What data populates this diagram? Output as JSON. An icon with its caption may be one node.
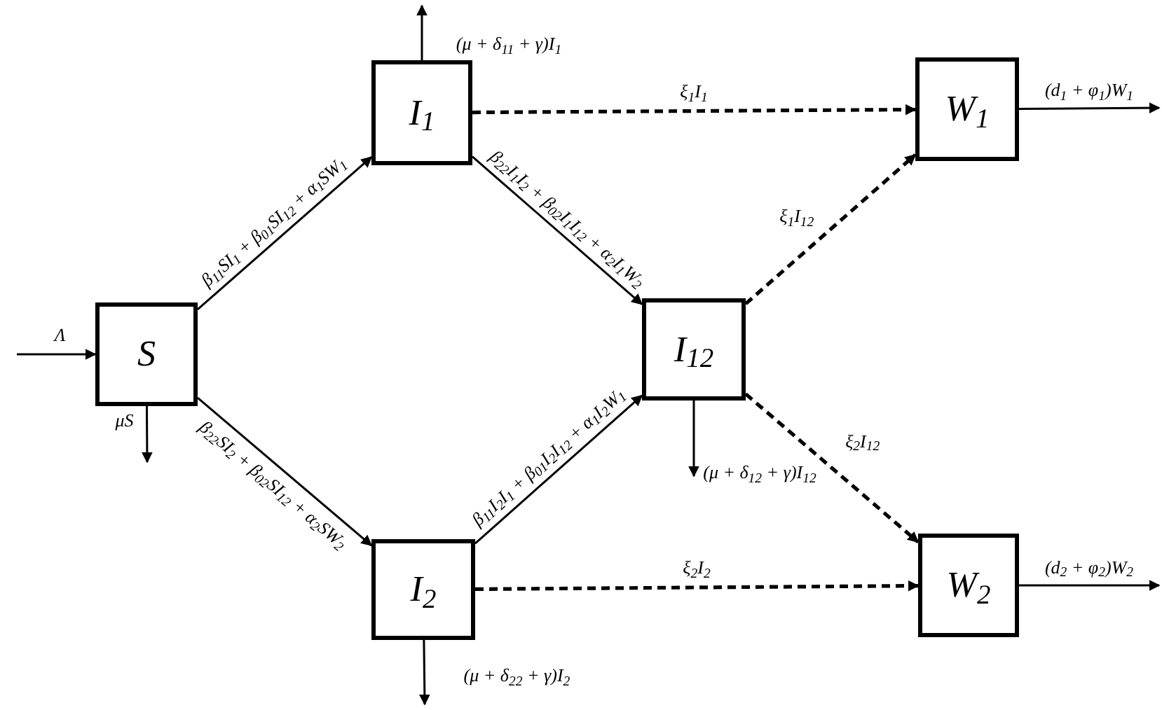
{
  "diagram": {
    "nodes": [
      {
        "text": [
          "S"
        ]
      },
      {
        "text": [
          "I$_{1}$"
        ]
      },
      {
        "text": [
          "I$_{2}$"
        ]
      },
      {
        "text": [
          "I$_{12}$"
        ]
      },
      {
        "text": [
          "W$_{1}$"
        ]
      },
      {
        "text": [
          "W$_{2}$"
        ]
      }
    ],
    "edges": [
      {
        "from": null,
        "to": 0,
        "arrow": "to",
        "label": "Λ"
      },
      {
        "from": 0,
        "to": 1,
        "arrow": "to",
        "label": "β$_{11}$SI$_{1}$ + β$_{01}$SI$_{12}$ + α$_{1}$SW$_{1}$"
      },
      {
        "from": 0,
        "to": null,
        "arrow": "to",
        "label": "μS"
      },
      {
        "from": 0,
        "to": 2,
        "arrow": "to",
        "label": "β$_{22}$SI$_{2}$ + β$_{02}$SI$_{12}$ + α$_{2}$SW$_{2}$"
      },
      {
        "from": 1,
        "to": null,
        "arrow": "to",
        "label": "(μ + δ$_{11}$ + γ)I$_{1}$"
      },
      {
        "from": 1,
        "to": 4,
        "arrow": "to",
        "label": "ξ$_{1}$I$_{1}$",
        "style": "dashed"
      },
      {
        "from": 1,
        "to": 3,
        "arrow": "to",
        "label": "β$_{22}$I$_{1}$I$_{2}$ + β$_{02}$I$_{1}$I$_{12}$ + α$_{2}$I$_{1}$W$_{2}$"
      },
      {
        "from": 2,
        "to": 3,
        "arrow": "to",
        "label": "β$_{11}$I$_{2}$I$_{1}$ + β$_{01}$I$_{2}$I$_{12}$ + α$_{1}$I$_{2}$W$_{1}$"
      },
      {
        "from": 2,
        "to": null,
        "arrow": "to",
        "label": "(μ + δ$_{22}$ + γ)I$_{2}$"
      },
      {
        "from": 2,
        "to": 5,
        "arrow": "to",
        "label": "ξ$_{2}$I$_{2}$",
        "style": "dashed"
      },
      {
        "from": 3,
        "to": 4,
        "arrow": "to",
        "label": "ξ$_{1}$I$_{12}$",
        "style": "dashed"
      },
      {
        "from": 3,
        "to": 5,
        "arrow": "to",
        "label": "ξ$_{2}$I$_{12}$",
        "style": "dashed"
      },
      {
        "from": 3,
        "to": null,
        "arrow": "to",
        "label": "(μ + δ$_{12}$ + γ)I$_{12}$"
      },
      {
        "from": 4,
        "to": null,
        "arrow": "to",
        "label": "(d$_{1}$ + φ$_{1}$)W$_{1}$"
      },
      {
        "from": 5,
        "to": null,
        "arrow": "to",
        "label": "(d$_{2}$ + φ$_{2}$)W$_{2}$"
      }
    ]
  }
}
